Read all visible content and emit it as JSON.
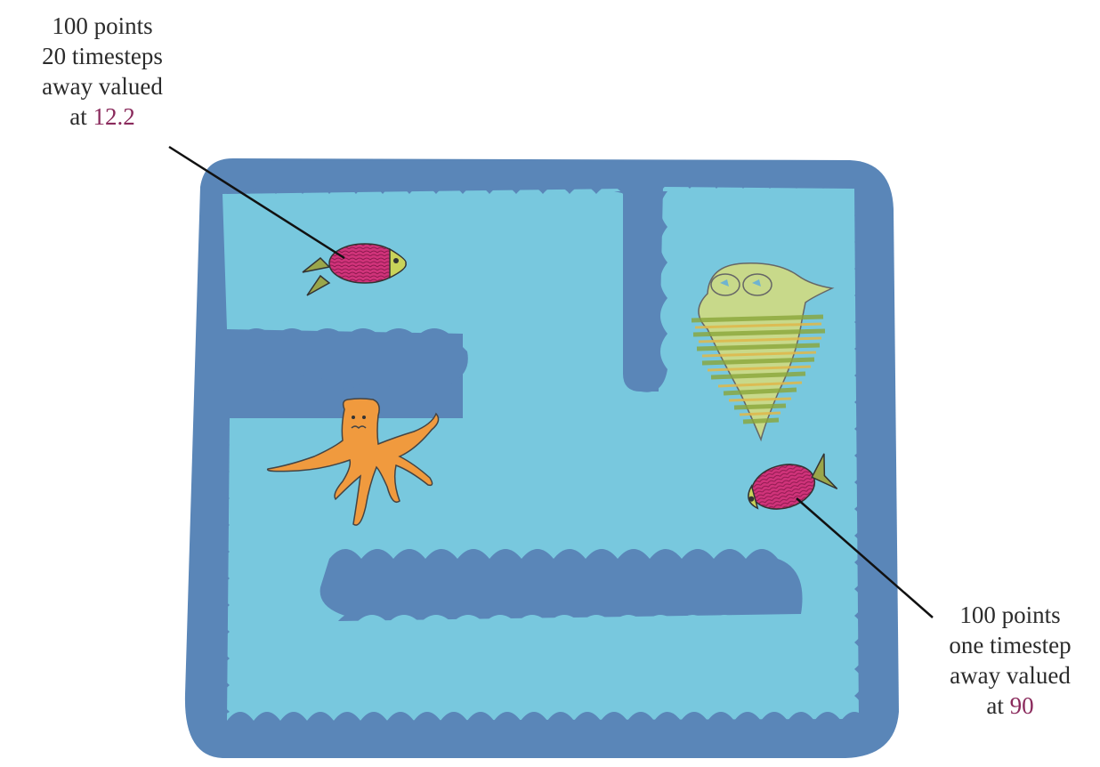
{
  "annotations": {
    "far_fish": {
      "line1": "100 points",
      "line2": "20 timesteps",
      "line3": "away valued",
      "line4_prefix": "at ",
      "value": "12.2"
    },
    "near_fish": {
      "line1": "100 points",
      "line2": "one timestep",
      "line3": "away valued",
      "line4_prefix": "at ",
      "value": "90"
    }
  },
  "colors": {
    "wall": "#5a86b8",
    "water": "#78c8de",
    "fish_body": "#d0337a",
    "fish_fin": "#9aa64a",
    "octopus": "#f09a3e",
    "trilobite": "#c8d98a",
    "value_text": "#8a2a5c"
  },
  "icons": [
    "fish-icon",
    "octopus-icon",
    "trilobite-icon"
  ]
}
